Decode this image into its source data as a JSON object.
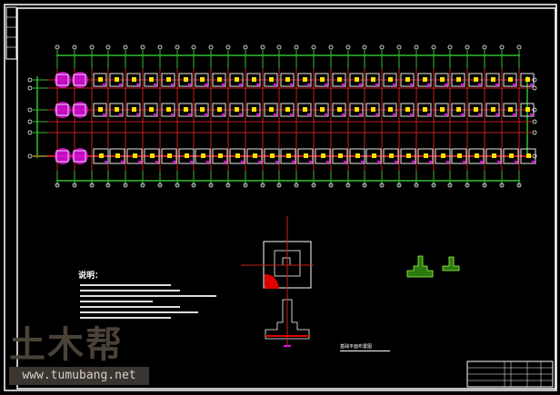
{
  "watermark": {
    "brand": "土木帮",
    "url": "www.tumubang.net"
  },
  "notes": {
    "heading": "说明："
  },
  "drawing": {
    "caption": "基础平面布置图"
  },
  "colors": {
    "background": "#000000",
    "frame": "#ffffff",
    "axis": "#2fbf2f",
    "grid": "#c81e1e",
    "footing": "#e6e6e6",
    "column": "#ffe600",
    "special": "#e010e0"
  }
}
